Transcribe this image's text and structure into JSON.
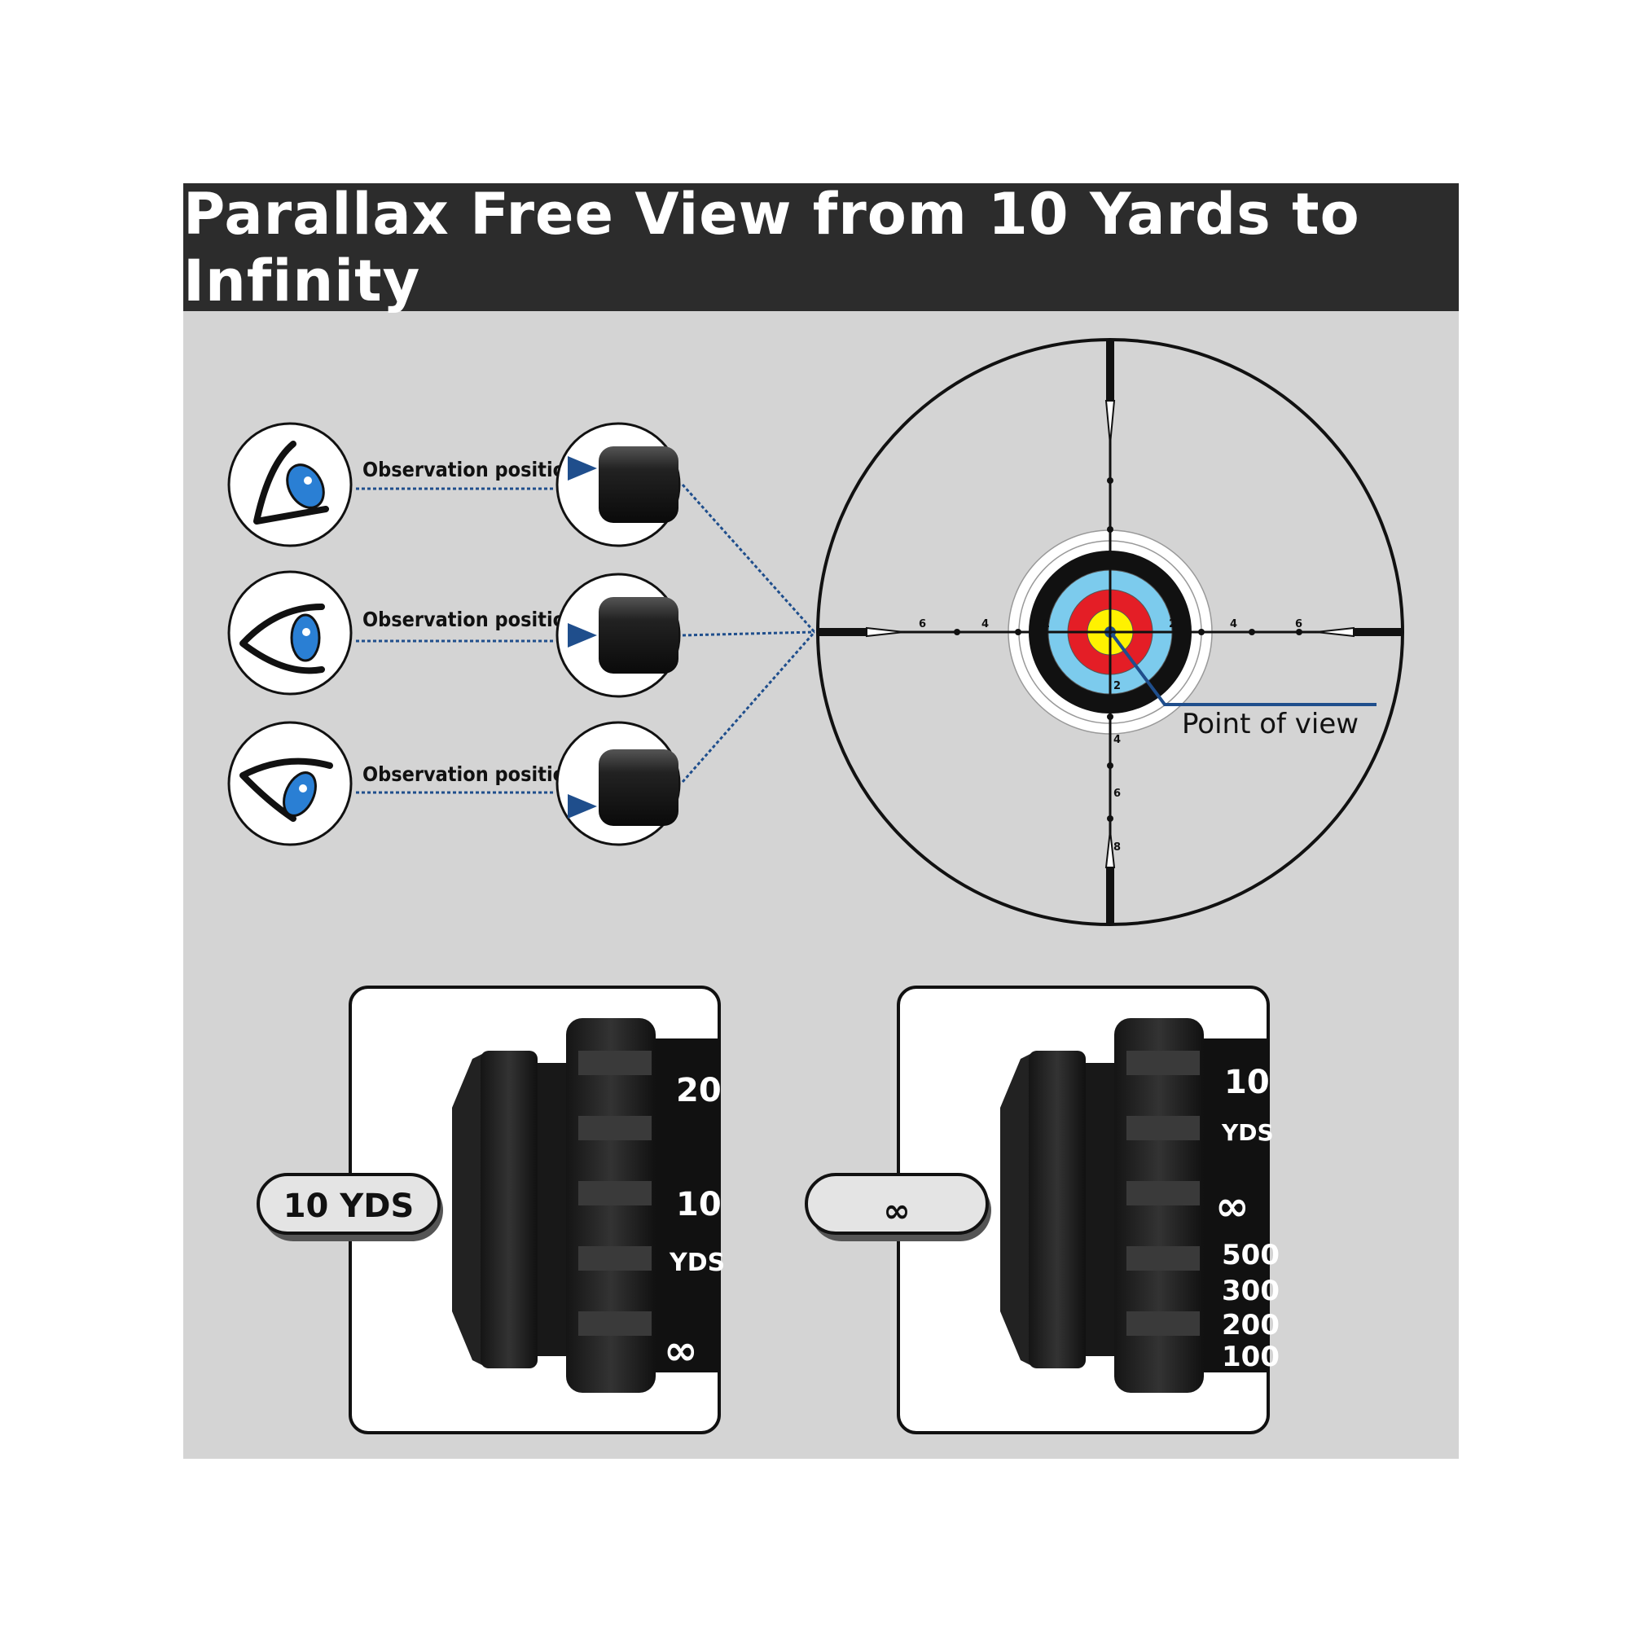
{
  "title": "Parallax Free View from 10 Yards to Infinity",
  "observation": [
    {
      "label": "Observation position",
      "eye_icon": "eye-looking-up-icon"
    },
    {
      "label": "Observation position",
      "eye_icon": "eye-looking-straight-icon"
    },
    {
      "label": "Observation position",
      "eye_icon": "eye-looking-down-icon"
    }
  ],
  "reticle": {
    "point_of_view_label": "Point of view",
    "ticks_h": [
      "6",
      "4",
      "2",
      "2",
      "4",
      "6"
    ],
    "ticks_v": [
      "2",
      "4",
      "6",
      "8"
    ]
  },
  "cards": [
    {
      "pill_label": "10 YDS",
      "dial_marks": [
        "20",
        "10",
        "YDS",
        "∞"
      ]
    },
    {
      "pill_label": "∞",
      "dial_marks": [
        "10",
        "YDS",
        "∞",
        "500",
        "300",
        "200",
        "100"
      ]
    }
  ],
  "colors": {
    "title_bg": "#2c2c2c",
    "panel_bg": "#d4d4d4",
    "accent_blue": "#1f4e8c",
    "eye_blue": "#2a7fd4",
    "target": [
      "#ffffff",
      "#111111",
      "#7ccbed",
      "#e41e26",
      "#fff200"
    ]
  }
}
